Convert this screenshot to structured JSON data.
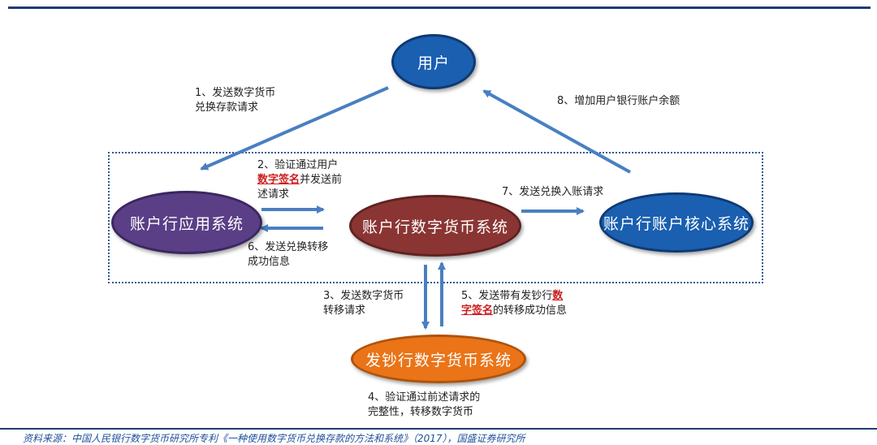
{
  "nodes": {
    "user": "用户",
    "account_bank_app": "账户行应用系统",
    "account_bank_dc": "账户行数字货币系统",
    "account_bank_core": "账户行账户核心系统",
    "issuer_dc": "发钞行数字货币系统"
  },
  "steps": {
    "s1_line1": "1、发送数字货币",
    "s1_line2": "兑换存款请求",
    "s2_line1": "2、验证通过用户",
    "s2_hl": "数字签名",
    "s2_tail": "并发送前",
    "s2_line3": "述请求",
    "s3_line1": "3、发送数字货币",
    "s3_line2": "转移请求",
    "s4_line1": "4、验证通过前述请求的",
    "s4_line2": "完整性，转移数字货币",
    "s5_pre": "5、发送带有发钞行",
    "s5_hl1": "数",
    "s5_hl2": "字签名",
    "s5_tail": "的转移成功信息",
    "s6_line1": "6、发送兑换转移",
    "s6_line2": "成功信息",
    "s7": "7、发送兑换入账请求",
    "s8": "8、增加用户银行账户余额"
  },
  "source": "资料来源：中国人民银行数字货币研究所专利《一种使用数字货币兑换存款的方法和系统》（2017），国盛证券研究所",
  "colors": {
    "arrow": "#4a7fc1",
    "frame": "#2e5a96",
    "user": "#1a5fb0",
    "app": "#5a3f86",
    "dc": "#8a3533",
    "core": "#1a5fb0",
    "issuer": "#ea7417",
    "highlight": "#cc1f1f"
  }
}
